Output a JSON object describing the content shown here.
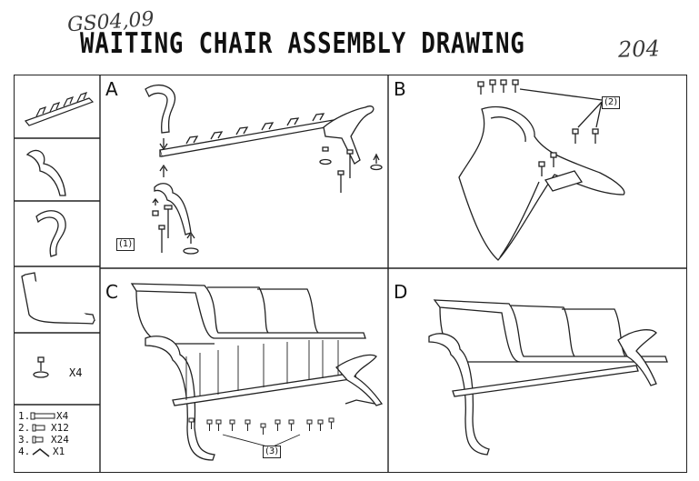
{
  "header": {
    "title": "WAITING CHAIR ASSEMBLY DRAWING",
    "handwritten_code": "GS04,09",
    "handwritten_number": "204"
  },
  "panels": {
    "a": {
      "label": "A",
      "callout": "(1)"
    },
    "b": {
      "label": "B",
      "callout": "(2)"
    },
    "c": {
      "label": "C",
      "callout": "(3)"
    },
    "d": {
      "label": "D"
    }
  },
  "sidebar": {
    "foot_count": "X4",
    "parts_list": [
      {
        "index": "1.",
        "qty": "X4"
      },
      {
        "index": "2.",
        "qty": "X12"
      },
      {
        "index": "3.",
        "qty": "X24"
      },
      {
        "index": "4.",
        "qty": "X1"
      }
    ]
  }
}
